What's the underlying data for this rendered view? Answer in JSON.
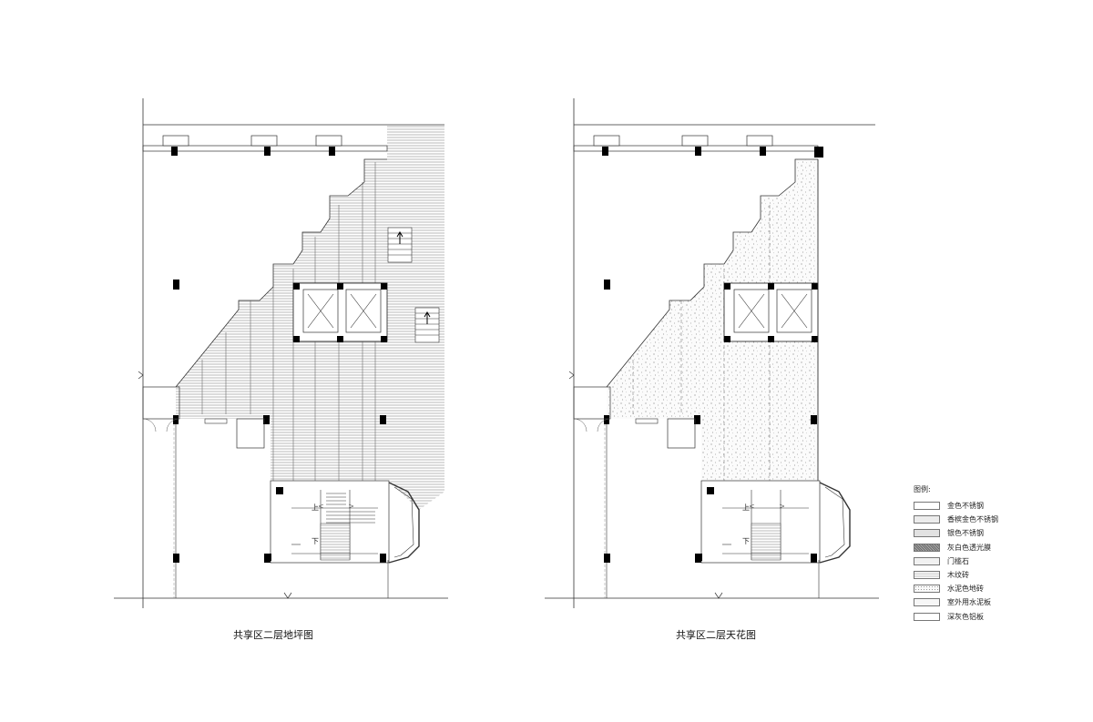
{
  "drawings": [
    {
      "title": "共享区二层地坪图",
      "stair_up": "上",
      "stair_down": "下"
    },
    {
      "title": "共享区二层天花图",
      "stair_up": "上",
      "stair_down": "下"
    }
  ],
  "legend": {
    "title": "图例:",
    "items": [
      {
        "label": "金色不锈钢"
      },
      {
        "label": "香槟金色不锈钢"
      },
      {
        "label": "银色不锈钢"
      },
      {
        "label": "灰白色透光膜"
      },
      {
        "label": "门槛石"
      },
      {
        "label": "木纹砖"
      },
      {
        "label": "水泥色地砖"
      },
      {
        "label": "室外用水泥板"
      },
      {
        "label": "深灰色铝板"
      }
    ]
  }
}
